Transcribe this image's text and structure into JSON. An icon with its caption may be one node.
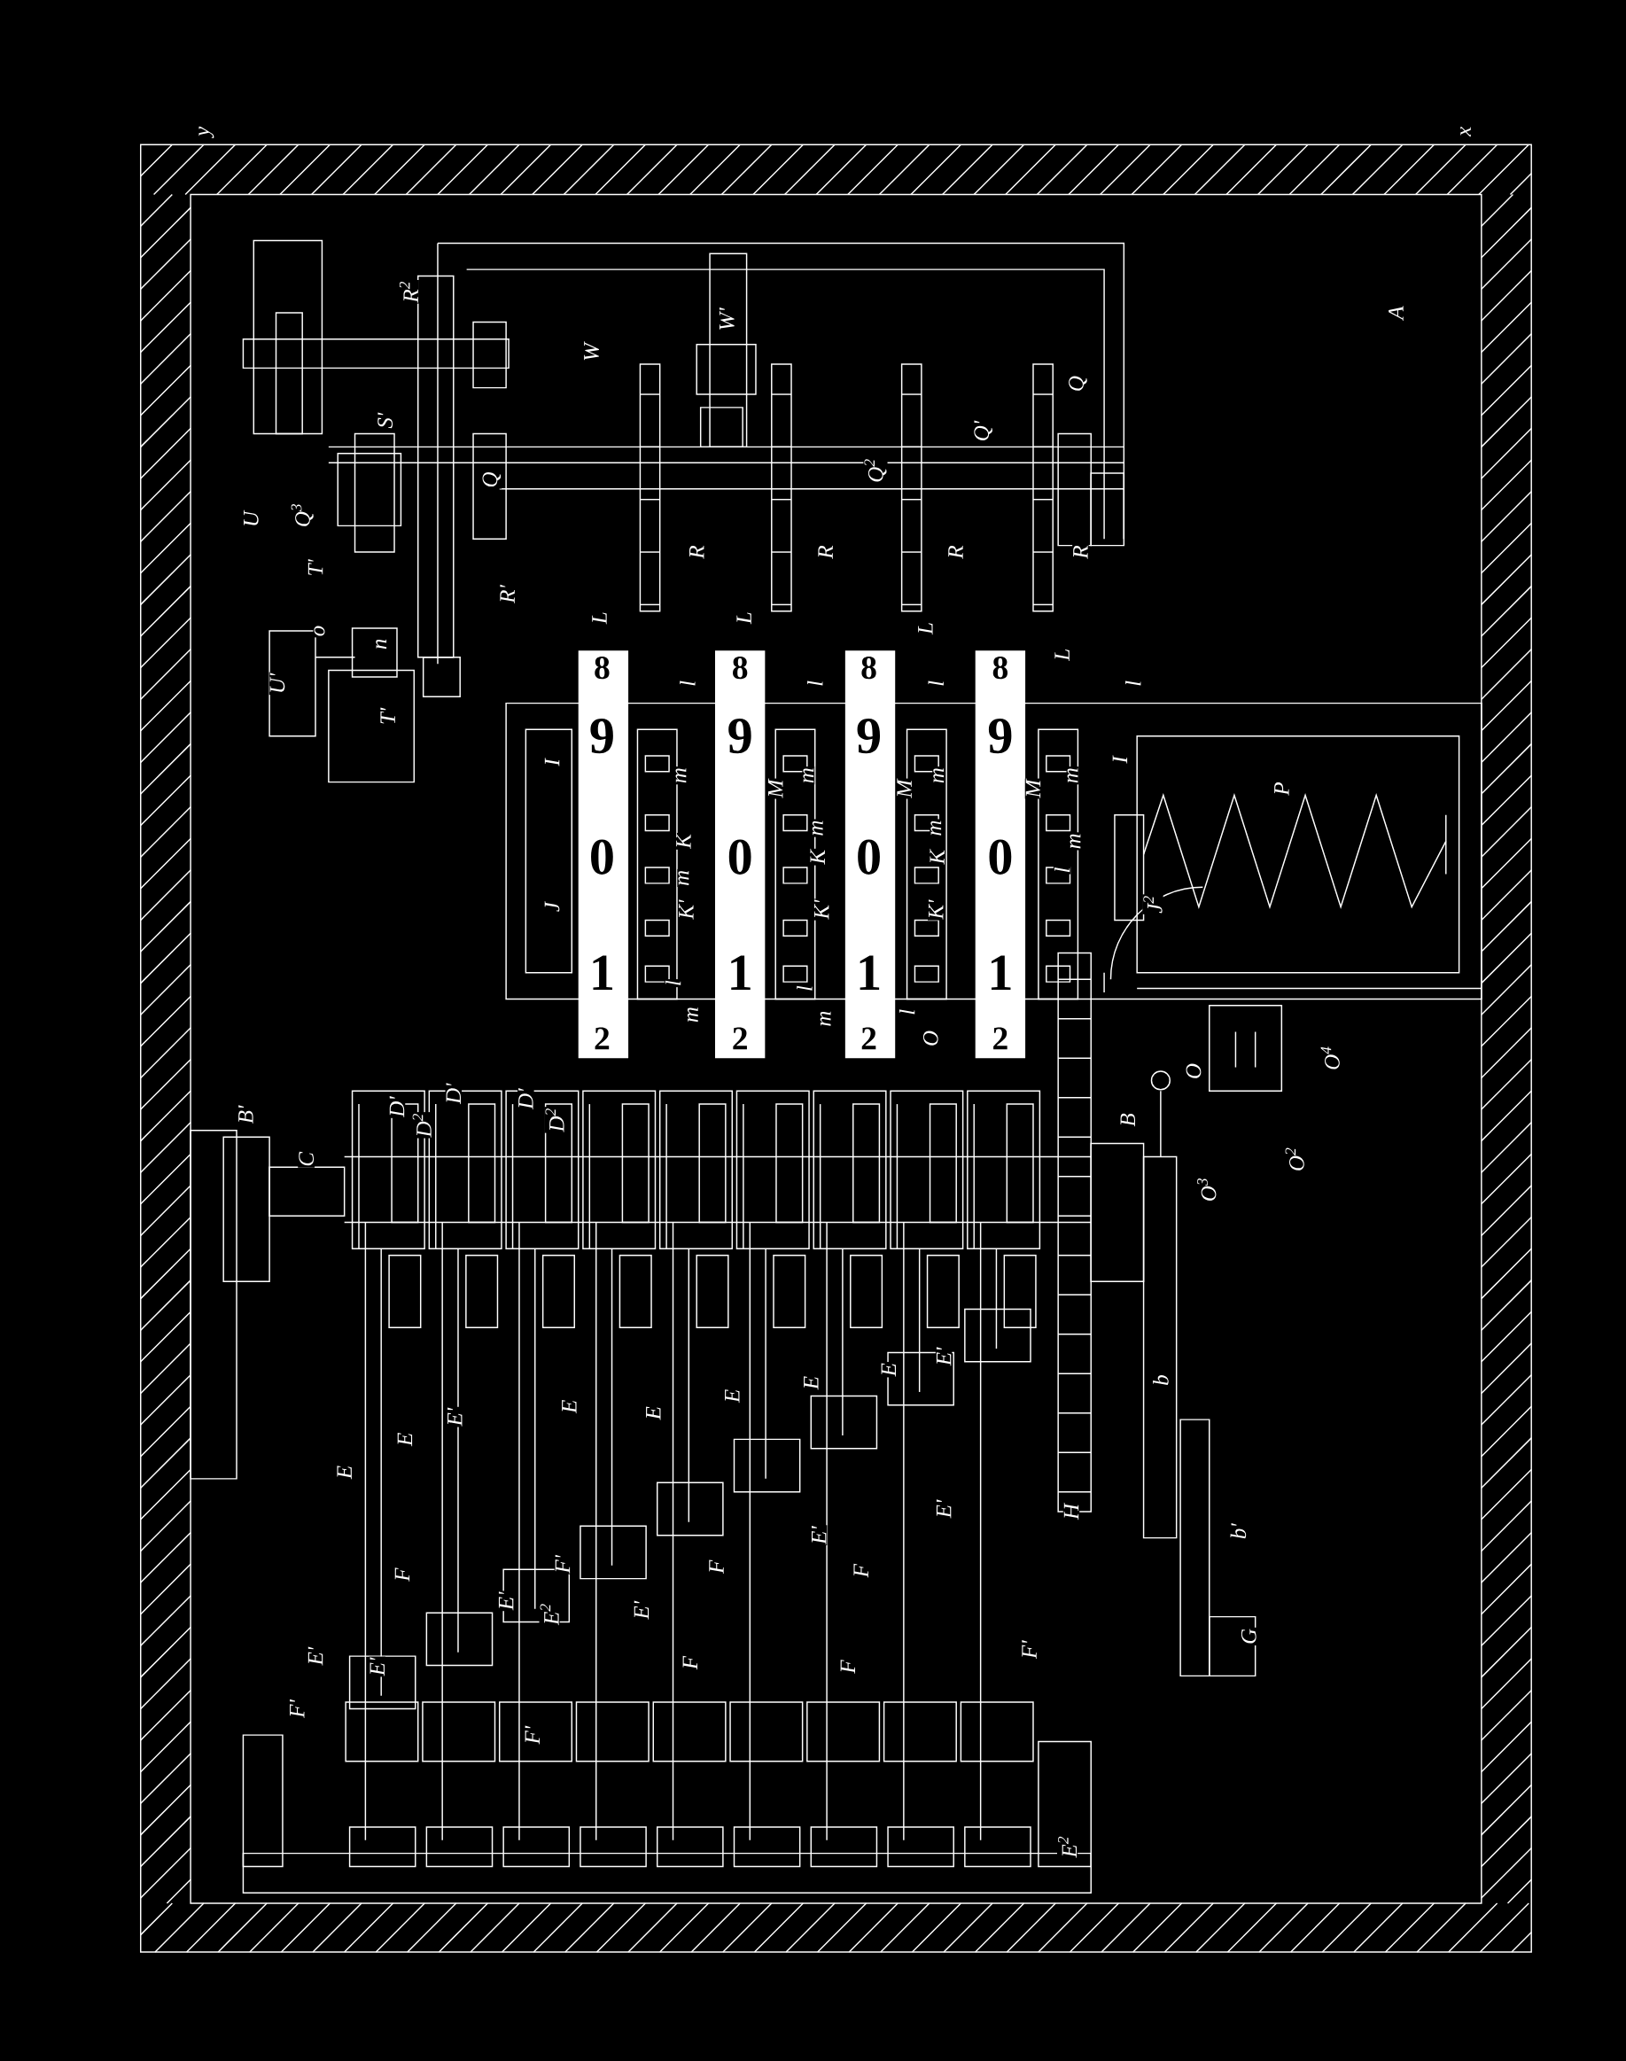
{
  "diagram": {
    "labels": [
      "y",
      "x",
      "A",
      "R$^{2}$",
      "W'",
      "W",
      "S'",
      "Q",
      "Q$^{2}$",
      "Q'",
      "Q",
      "U",
      "Q$^{3}$",
      "T'",
      "R",
      "R",
      "R",
      "R",
      "R'",
      "o",
      "n",
      "U'",
      "T'",
      "L",
      "L",
      "L",
      "L",
      "l",
      "l",
      "l",
      "l",
      "8",
      "8",
      "8",
      "8",
      "9",
      "9",
      "9",
      "9",
      "I",
      "m",
      "M",
      "m",
      "M",
      "m",
      "M",
      "m",
      "I",
      "P",
      "0",
      "0",
      "0",
      "0",
      "K",
      "m",
      "K'",
      "m",
      "K",
      "K'",
      "m",
      "K",
      "K'",
      "m",
      "l",
      "J",
      "J$^{2}$",
      "1",
      "1",
      "1",
      "1",
      "2",
      "2",
      "2",
      "2",
      "l",
      "m",
      "l",
      "m",
      "l",
      "O",
      "O",
      "O$^{4}$",
      "B'",
      "D'",
      "D$^{2}$",
      "D'",
      "D'",
      "D$^{2}$",
      "B",
      "C",
      "O$^{2}$",
      "O$^{3}$",
      "E",
      "E",
      "E'",
      "E",
      "E",
      "E",
      "E",
      "E",
      "E'",
      "H",
      "b",
      "F",
      "F'",
      "E'",
      "E$^{2}$",
      "E'",
      "F",
      "E'",
      "F",
      "E'",
      "b'",
      "G",
      "E'",
      "F'",
      "E'",
      "F'",
      "F",
      "F",
      "F'",
      "E$^{2}$"
    ]
  }
}
